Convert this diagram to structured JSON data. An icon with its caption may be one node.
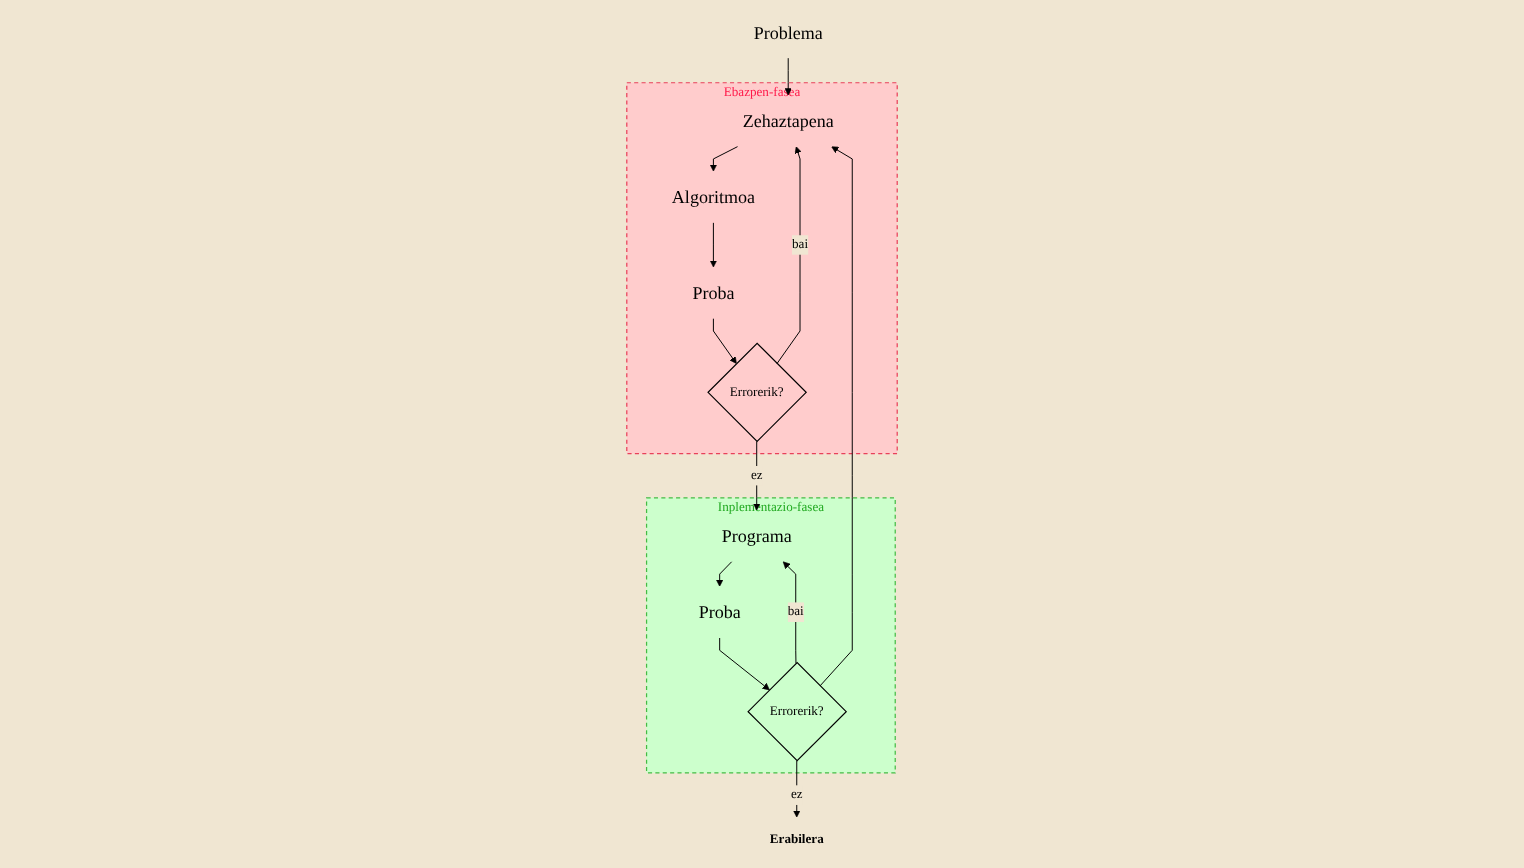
{
  "diagram": {
    "nodes": [
      {
        "text": [
          "Problema"
        ]
      },
      {
        "text": [
          "Ebazpen-fasea"
        ]
      },
      {
        "text": [
          "Zehaztapena"
        ],
        "in": 1
      },
      {
        "text": [
          "Algoritmoa"
        ],
        "in": 1
      },
      {
        "text": [
          "Proba"
        ],
        "in": 1
      },
      {
        "text": [
          "Errorerik?"
        ],
        "in": 1
      },
      {
        "text": [
          "Inplementazio-fasea"
        ]
      },
      {
        "text": [
          "Programa"
        ],
        "in": 6
      },
      {
        "text": [
          "Proba"
        ],
        "in": 6
      },
      {
        "text": [
          "Errorerik?"
        ],
        "in": 6
      },
      {
        "text": [
          "Erabilera"
        ]
      }
    ],
    "edges": [
      {
        "from": 0,
        "to": 2,
        "arrow": "to"
      },
      {
        "from": 2,
        "to": 3,
        "arrow": "to"
      },
      {
        "from": 3,
        "to": 4,
        "arrow": "to"
      },
      {
        "from": 4,
        "to": 5,
        "arrow": "to"
      },
      {
        "from": 5,
        "to": 2,
        "arrow": "to",
        "label": "bai"
      },
      {
        "from": 5,
        "to": 7,
        "arrow": "to",
        "label": "ez"
      },
      {
        "from": 7,
        "to": 8,
        "arrow": "to"
      },
      {
        "from": 8,
        "to": 9,
        "arrow": "to"
      },
      {
        "from": 9,
        "to": 7,
        "arrow": "to",
        "label": "bai"
      },
      {
        "from": 9,
        "to": 2,
        "arrow": "to"
      },
      {
        "from": 9,
        "to": 10,
        "arrow": "to",
        "label": "ez"
      }
    ]
  }
}
